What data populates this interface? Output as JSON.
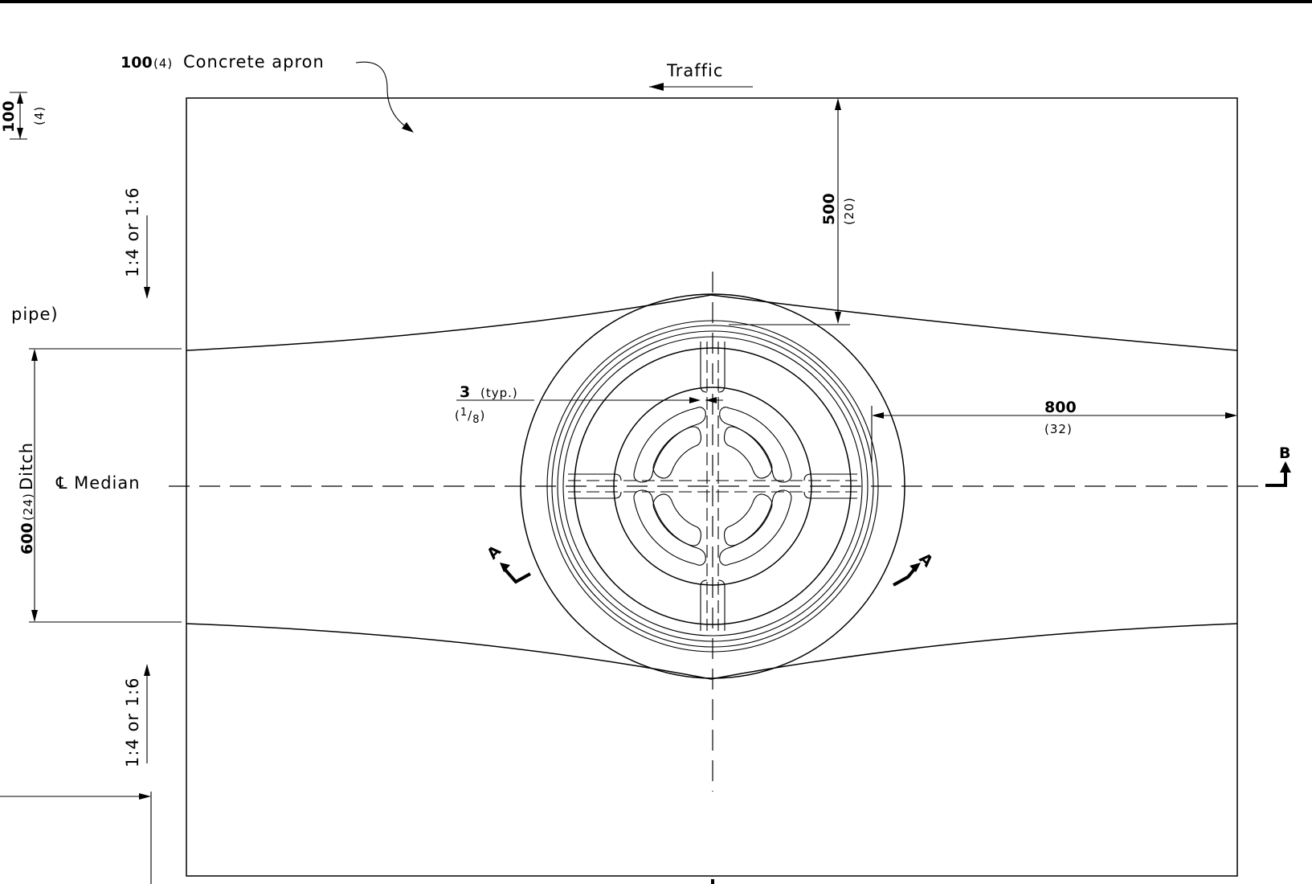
{
  "labels": {
    "apron_num": "100",
    "apron_paren": "(4)",
    "apron_text": "Concrete apron",
    "traffic": "Traffic",
    "thick_num": "100",
    "thick_paren": "(4)",
    "slope_top": "1:4 or 1:6",
    "slope_bottom": "1:4 or 1:6",
    "pipe": "pipe)",
    "ditch_num": "600",
    "ditch_paren": "(24)",
    "ditch_text": "Ditch",
    "median": "℄ Median",
    "dim_500_num": "500",
    "dim_500_paren": "(20)",
    "dim_800_num": "800",
    "dim_800_paren": "(32)",
    "gap_num": "3",
    "gap_typ": "(typ.)",
    "gap_frac_open": "(",
    "gap_frac_n": "1",
    "gap_frac_slash": "/",
    "gap_frac_d": "8",
    "gap_frac_close": ")",
    "section_a_left": "A",
    "section_a_right": "A",
    "section_b": "B"
  }
}
